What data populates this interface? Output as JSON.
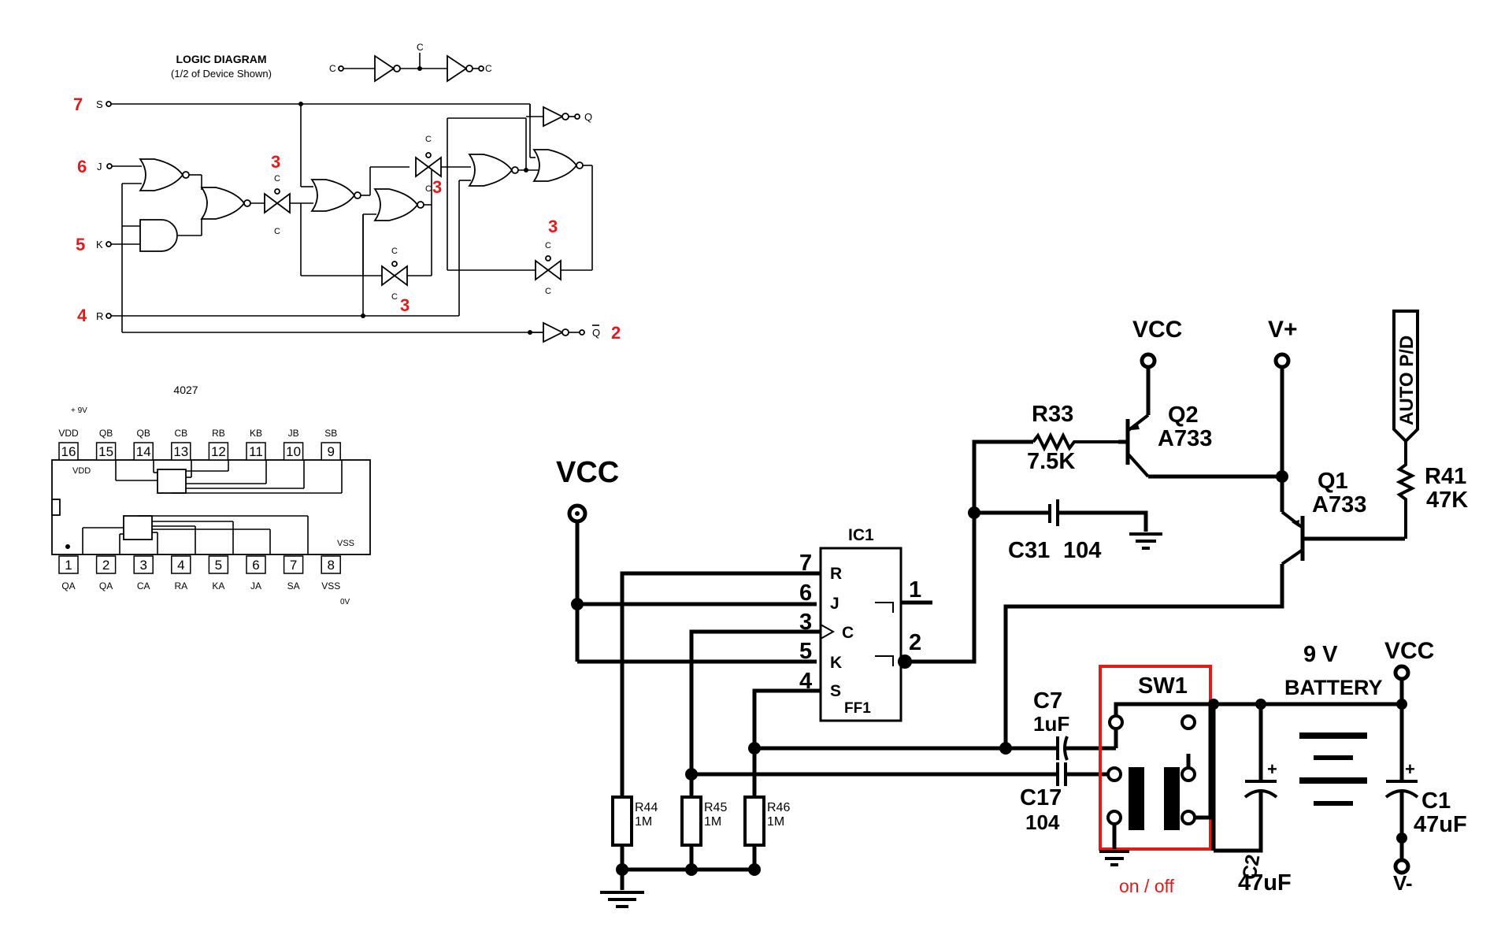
{
  "logic_diagram": {
    "title": "LOGIC DIAGRAM",
    "subtitle": "(1/2 of Device Shown)",
    "clock_in": "C",
    "clock_mid": "C",
    "clock_out": "C",
    "pins": {
      "s": {
        "name": "S",
        "num": "7"
      },
      "j": {
        "name": "J",
        "num": "6"
      },
      "k": {
        "name": "K",
        "num": "5"
      },
      "r": {
        "name": "R",
        "num": "4"
      },
      "q": {
        "name": "Q"
      },
      "qbar": {
        "name": "Q",
        "num": "2"
      }
    },
    "tgate_num": "3",
    "tgate_label": "C"
  },
  "chip_4027": {
    "title": "4027",
    "supply": "+ 9V",
    "vdd_inner": "VDD",
    "vss_inner": "VSS",
    "ground": "0V",
    "top_pins": [
      {
        "num": "16",
        "name": "VDD"
      },
      {
        "num": "15",
        "name": "QB"
      },
      {
        "num": "14",
        "name": "QB"
      },
      {
        "num": "13",
        "name": "CB"
      },
      {
        "num": "12",
        "name": "RB"
      },
      {
        "num": "11",
        "name": "KB"
      },
      {
        "num": "10",
        "name": "JB"
      },
      {
        "num": "9",
        "name": "SB"
      }
    ],
    "bottom_pins": [
      {
        "num": "1",
        "name": "QA"
      },
      {
        "num": "2",
        "name": "QA"
      },
      {
        "num": "3",
        "name": "CA"
      },
      {
        "num": "4",
        "name": "RA"
      },
      {
        "num": "5",
        "name": "KA"
      },
      {
        "num": "6",
        "name": "JA"
      },
      {
        "num": "7",
        "name": "SA"
      },
      {
        "num": "8",
        "name": "VSS"
      }
    ]
  },
  "schematic": {
    "vcc_main": "VCC",
    "ic": {
      "name": "IC1",
      "sub": "FF1",
      "pins": [
        {
          "num": "7",
          "name": "R"
        },
        {
          "num": "6",
          "name": "J"
        },
        {
          "num": "3",
          "name": "C"
        },
        {
          "num": "5",
          "name": "K"
        },
        {
          "num": "4",
          "name": "S"
        }
      ],
      "out1": "1",
      "out2": "2"
    },
    "r33": {
      "name": "R33",
      "value": "7.5K"
    },
    "vcc_q2": "VCC",
    "q2": {
      "name": "Q2",
      "type": "A733"
    },
    "vplus": "V+",
    "q1": {
      "name": "Q1",
      "type": "A733"
    },
    "auto_label": "AUTO P/D",
    "r41": {
      "name": "R41",
      "value": "47K"
    },
    "c31": {
      "name": "C31",
      "value": "104"
    },
    "c7": {
      "name": "C7",
      "value": "1uF"
    },
    "c17": {
      "name": "C17",
      "value": "104"
    },
    "sw1": {
      "name": "SW1",
      "note": "on / off"
    },
    "c2": {
      "name": "C2",
      "value": "47uF"
    },
    "battery": {
      "voltage": "9 V",
      "label": "BATTERY"
    },
    "vcc_batt": "VCC",
    "c1": {
      "name": "C1",
      "value": "47uF"
    },
    "vminus": "V-",
    "r44": {
      "name": "R44",
      "value": "1M"
    },
    "r45": {
      "name": "R45",
      "value": "1M"
    },
    "r46": {
      "name": "R46",
      "value": "1M"
    }
  },
  "colors": {
    "annotation": "#e01b1b",
    "ink": "#000000",
    "background": "#ffffff"
  }
}
